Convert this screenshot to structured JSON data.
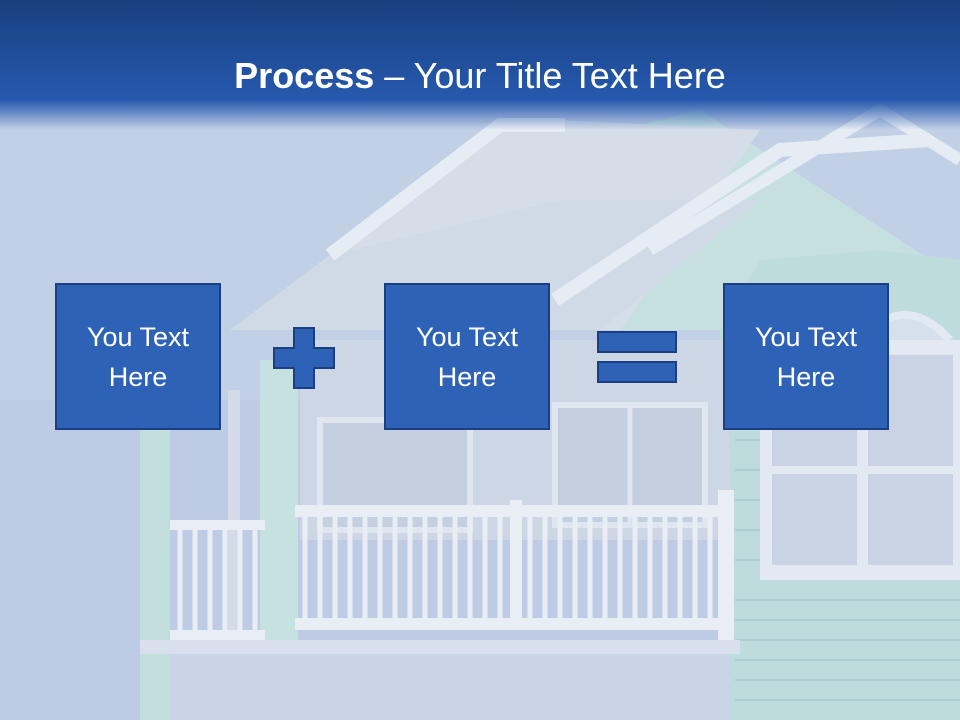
{
  "slide": {
    "title_bold": "Process",
    "title_rest": " – Your Title Text Here",
    "boxes": [
      {
        "text": "You Text Here"
      },
      {
        "text": "You Text Here"
      },
      {
        "text": "You Text Here"
      }
    ],
    "operators": [
      "plus",
      "equals"
    ]
  },
  "colors": {
    "header": "#1f4c97",
    "box_fill": "#2e62b6",
    "box_border": "#1b3f80",
    "text": "#ffffff"
  }
}
